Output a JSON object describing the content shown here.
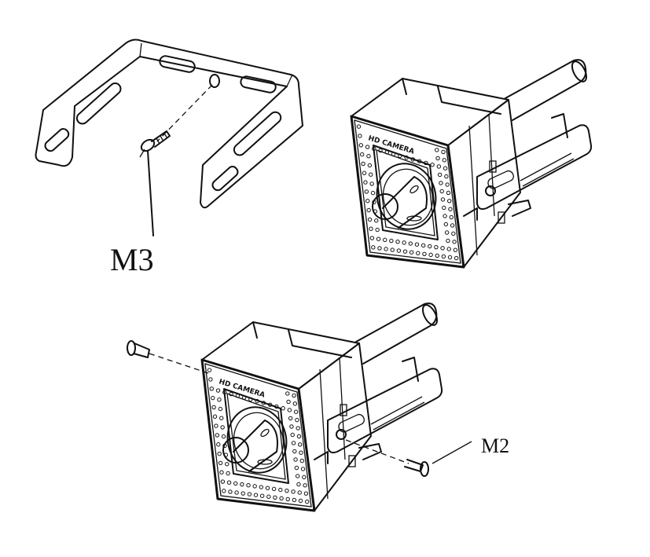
{
  "labels": {
    "screw_top": "M3",
    "screw_bottom": "M2",
    "camera_face_text": "HD CAMERA"
  },
  "colors": {
    "line": "#111111",
    "background": "#ffffff"
  }
}
